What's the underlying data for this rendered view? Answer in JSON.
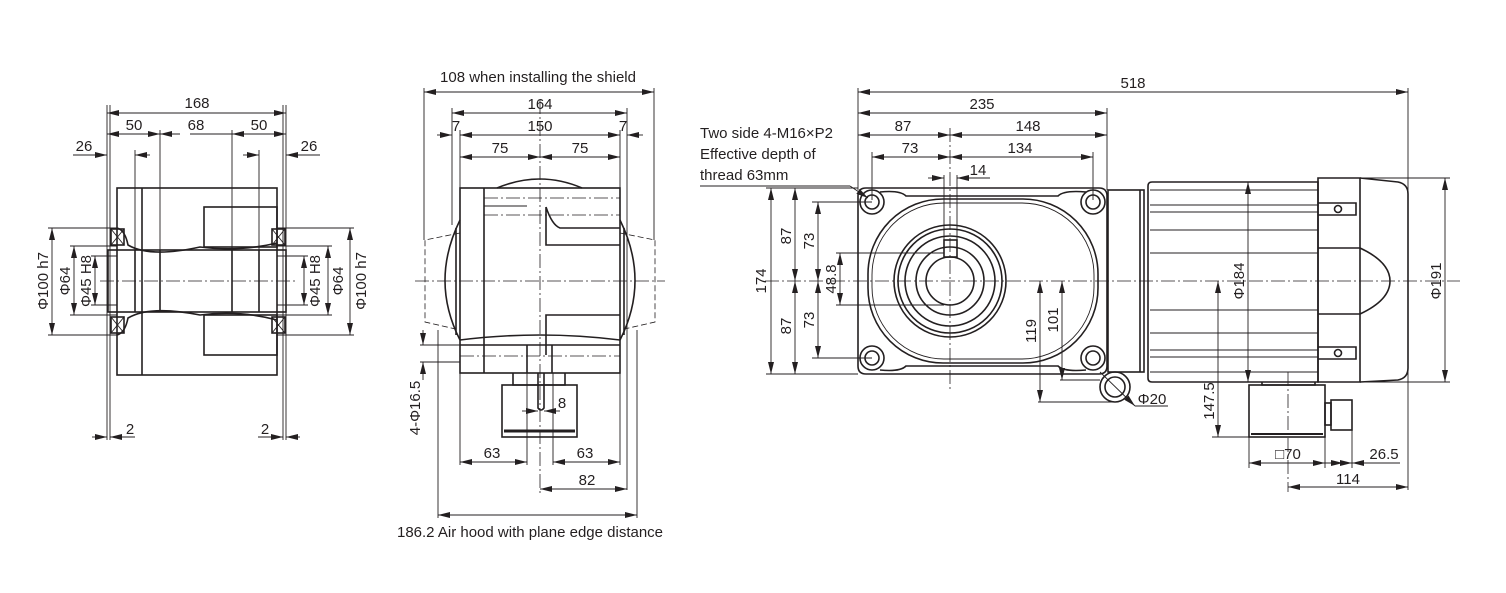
{
  "front_view": {
    "overall": "168",
    "left_50": "50",
    "mid_68": "68",
    "right_50": "50",
    "left_26": "26",
    "right_26": "26",
    "left_phi100": "Φ100 h7",
    "left_phi64": "Φ64",
    "left_phi45": "Φ45 H8",
    "right_phi45": "Φ45 H8",
    "right_phi64": "Φ64",
    "right_phi100": "Φ100 h7",
    "left_2": "2",
    "right_2": "2"
  },
  "side_view": {
    "shield_note": "108 when installing the shield",
    "width_164": "164",
    "width_150": "150",
    "left_7": "7",
    "right_7": "7",
    "left_75": "75",
    "right_75": "75",
    "holes": "4-Φ16.5",
    "key_8": "8",
    "left_63": "63",
    "right_63": "63",
    "dim_82": "82",
    "air_hood_note": "186.2 Air hood with plane edge distance"
  },
  "top_view": {
    "thread_note": [
      "Two side 4-M16×P2",
      "Effective depth of",
      "thread 63mm"
    ],
    "overall_518": "518",
    "dim_235": "235",
    "dim_87": "87",
    "dim_148": "148",
    "dim_73": "73",
    "dim_134": "134",
    "dim_14": "14",
    "height_174": "174",
    "upper_87": "87",
    "lower_87": "87",
    "upper_73": "73",
    "lower_73": "73",
    "dim_48_8": "48.8",
    "dim_119": "119",
    "dim_101": "101",
    "phi20": "Φ20",
    "phi184": "Φ184",
    "phi191": "Φ191",
    "dim_147_5": "147.5",
    "box_70": "□70",
    "dim_26_5": "26.5",
    "dim_114": "114"
  }
}
